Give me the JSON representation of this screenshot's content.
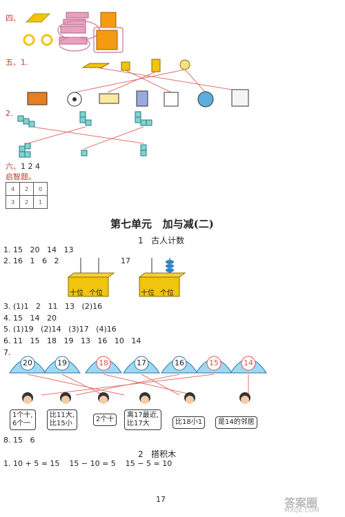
{
  "sec4": {
    "label": "四、"
  },
  "sec5": {
    "label": "五、1."
  },
  "sec5_2": {
    "label": "2."
  },
  "sec6": {
    "label": "六、",
    "answer": "1  2  4"
  },
  "brain": {
    "label": "启智题。",
    "grid": [
      [
        "4",
        "2",
        "0"
      ],
      [
        "3",
        "2",
        "1"
      ]
    ]
  },
  "unit": {
    "title": "第七单元   加与减(二)"
  },
  "lesson1": {
    "title": "1   古人计数"
  },
  "answers": {
    "q1": "1. 15   20   14   13",
    "q2": "2. 16   1   6   2",
    "q2_extra": "17",
    "q3": "3. (1)1   2   11   13   (2)16",
    "q4": "4. 15   14   20",
    "q5": "5. (1)19   (2)14   (3)17   (4)16",
    "q6": "6. 11   15   18   19   13   16   10   14",
    "q7": "7.",
    "q8": "8. 15   6"
  },
  "abacus": [
    {
      "left_label": "十位",
      "right_label": "个位"
    },
    {
      "left_label": "十位",
      "right_label": "个位"
    }
  ],
  "tents": [
    "20",
    "19",
    "18",
    "17",
    "16",
    "15",
    "14"
  ],
  "bubbles": [
    "1个十,\n6个一",
    "比11大,\n比15小",
    "2个十",
    "离17最近,\n比17大",
    "比18小1",
    "是14的邻居"
  ],
  "lesson2": {
    "title": "2   搭积木"
  },
  "q_last": "1. 10 + 5 = 15    15 − 10 = 5    15 − 5 = 10",
  "page": {
    "number": "17"
  },
  "watermark": {
    "text": "答案圈",
    "url": "MXQE.COM"
  },
  "colors": {
    "accent": "#c0392b",
    "tent_blue": "#5aa9e6",
    "tent_red": "#e05050",
    "cube_orange": "#f39c12",
    "pink": "#d48aa8"
  }
}
